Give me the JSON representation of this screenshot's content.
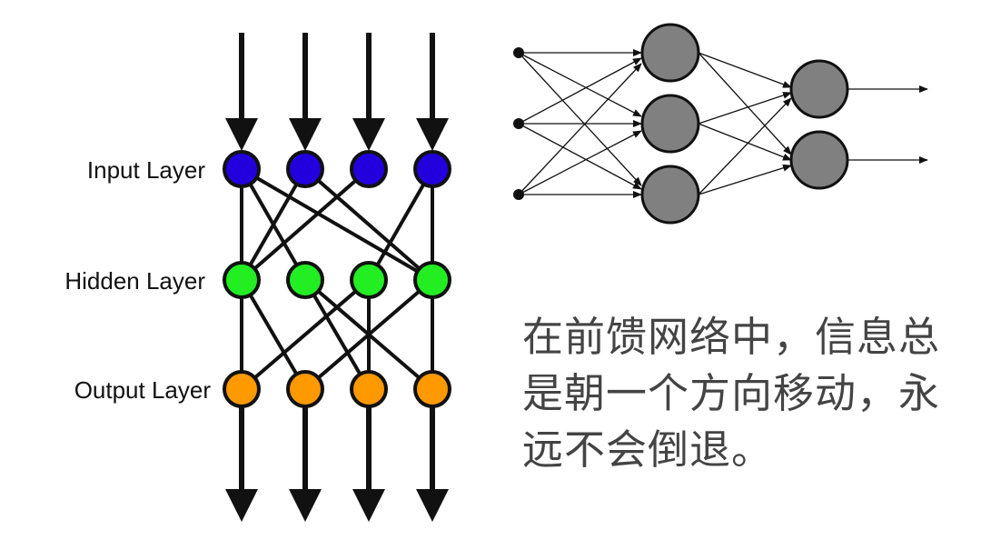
{
  "left_diagram": {
    "labels": {
      "input": "Input Layer",
      "hidden": "Hidden Layer",
      "output": "Output Layer"
    },
    "colors": {
      "input": "#2200dd",
      "hidden": "#22ee22",
      "output": "#ff9900",
      "stroke": "#111111"
    },
    "nodes_per_layer": 4
  },
  "right_diagram": {
    "input_count": 3,
    "hidden_count": 3,
    "output_count": 2,
    "node_color": "#808080"
  },
  "caption": {
    "line1": "在前馈网络中，信息总",
    "line2": "是朝一个方向移动，永",
    "line3": "远不会倒退。"
  }
}
